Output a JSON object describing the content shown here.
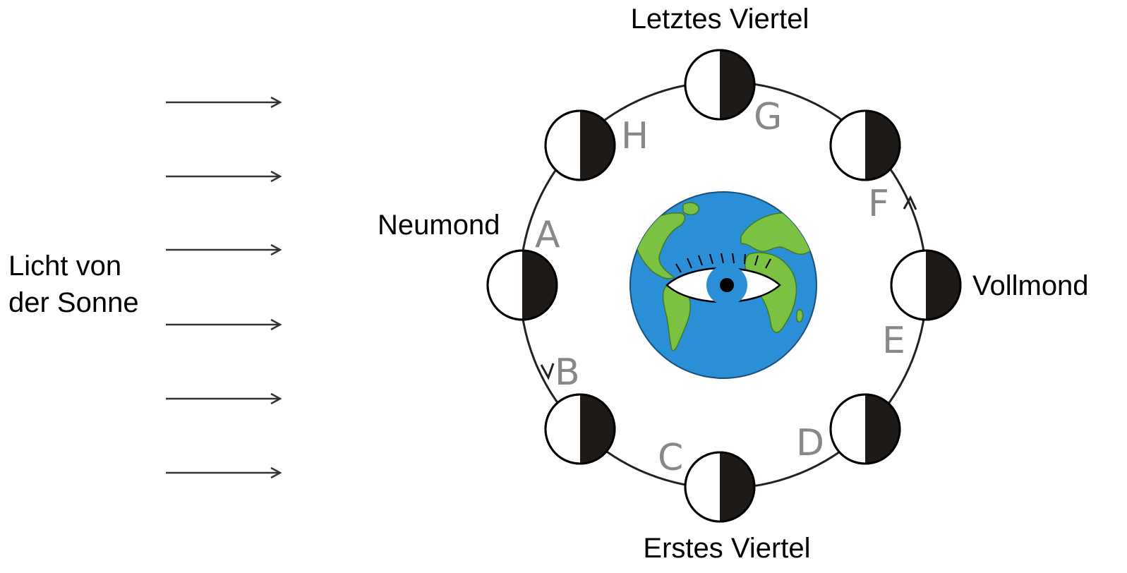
{
  "light_label": {
    "line1": "Licht von",
    "line2": "der Sonne"
  },
  "phase_names": {
    "new_moon": "Neumond",
    "full_moon": "Vollmond",
    "first_quarter": "Erstes Viertel",
    "last_quarter": "Letztes Viertel"
  },
  "position_letters": {
    "a": "A",
    "b": "B",
    "c": "C",
    "d": "D",
    "e": "E",
    "f": "F",
    "g": "G",
    "h": "H"
  },
  "colors": {
    "ocean": "#2a8fd6",
    "land": "#7cc242",
    "moon_dark": "#1e1a17",
    "letters": "#888888",
    "iris": "#2a8fd6"
  },
  "icons": {
    "sun_rays": "arrow-right-icon",
    "earth": "earth-globe-icon",
    "observer": "eye-icon",
    "moon": "half-lit-moon-icon"
  }
}
